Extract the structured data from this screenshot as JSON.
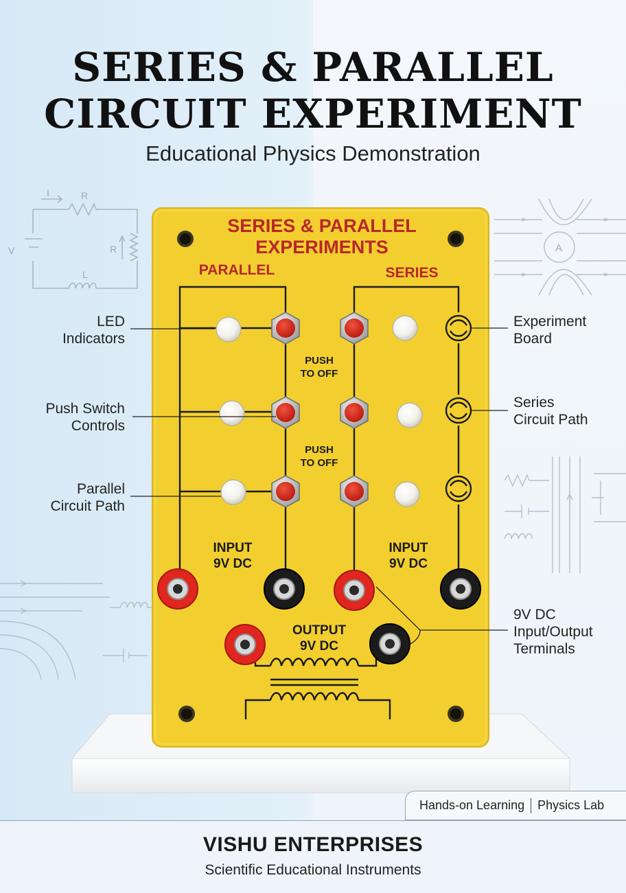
{
  "title": {
    "line1": "SERIES & PARALLEL",
    "line2": "CIRCUIT EXPERIMENT",
    "subtitle": "Educational Physics Demonstration"
  },
  "board": {
    "heading_line1": "SERIES & PARALLEL",
    "heading_line2": "EXPERIMENTS",
    "parallel_label": "PARALLEL",
    "series_label": "SERIES",
    "push_label_1": "PUSH\nTO OFF",
    "push_label_2": "PUSH\nTO OFF",
    "input_left": "INPUT\n9V DC",
    "input_right": "INPUT\n9V DC",
    "output": "OUTPUT\n9V DC",
    "colors": {
      "board": "#f2cf2e",
      "heading": "#b8272b",
      "red_terminal": "#e0261f",
      "black_terminal": "#1b1b1b"
    }
  },
  "callouts": {
    "led_indicators": "LED\nIndicators",
    "push_switch_controls": "Push Switch\nControls",
    "parallel_circuit_path": "Parallel\nCircuit Path",
    "experiment_board": "Experiment\nBoard",
    "series_circuit_path": "Series\nCircuit Path",
    "terminals": "9V DC\nInput/Output\nTerminals"
  },
  "schematic_labels": {
    "current": "I",
    "resistor": "R",
    "voltage": "V",
    "variable_resistor": "R",
    "inductor": "L",
    "ammeter": "A"
  },
  "badge": {
    "left": "Hands-on Learning",
    "right": "Physics Lab"
  },
  "footer": {
    "company": "VISHU ENTERPRISES",
    "tagline": "Scientific Educational Instruments"
  }
}
